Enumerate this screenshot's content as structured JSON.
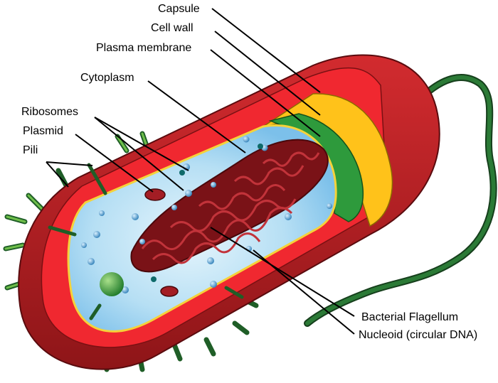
{
  "labels": {
    "capsule": "Capsule",
    "cell_wall": "Cell wall",
    "plasma_membrane": "Plasma membrane",
    "cytoplasm": "Cytoplasm",
    "ribosomes": "Ribosomes",
    "plasmid": "Plasmid",
    "pili": "Pili",
    "flagellum": "Bacterial Flagellum",
    "nucleoid": "Nucleoid (circular DNA)"
  },
  "colors": {
    "capsule": "#c62428",
    "capsule_dark": "#8e1518",
    "cell_wall": "#f02830",
    "plasma_membrane_yellow": "#ffc21a",
    "inner_green": "#2e9a3c",
    "cytoplasm_light": "#d9effa",
    "cytoplasm_mid": "#8cc9ec",
    "dna": "#a31d24",
    "pili": "#2f8a3b",
    "flagellum": "#2b7a36"
  }
}
